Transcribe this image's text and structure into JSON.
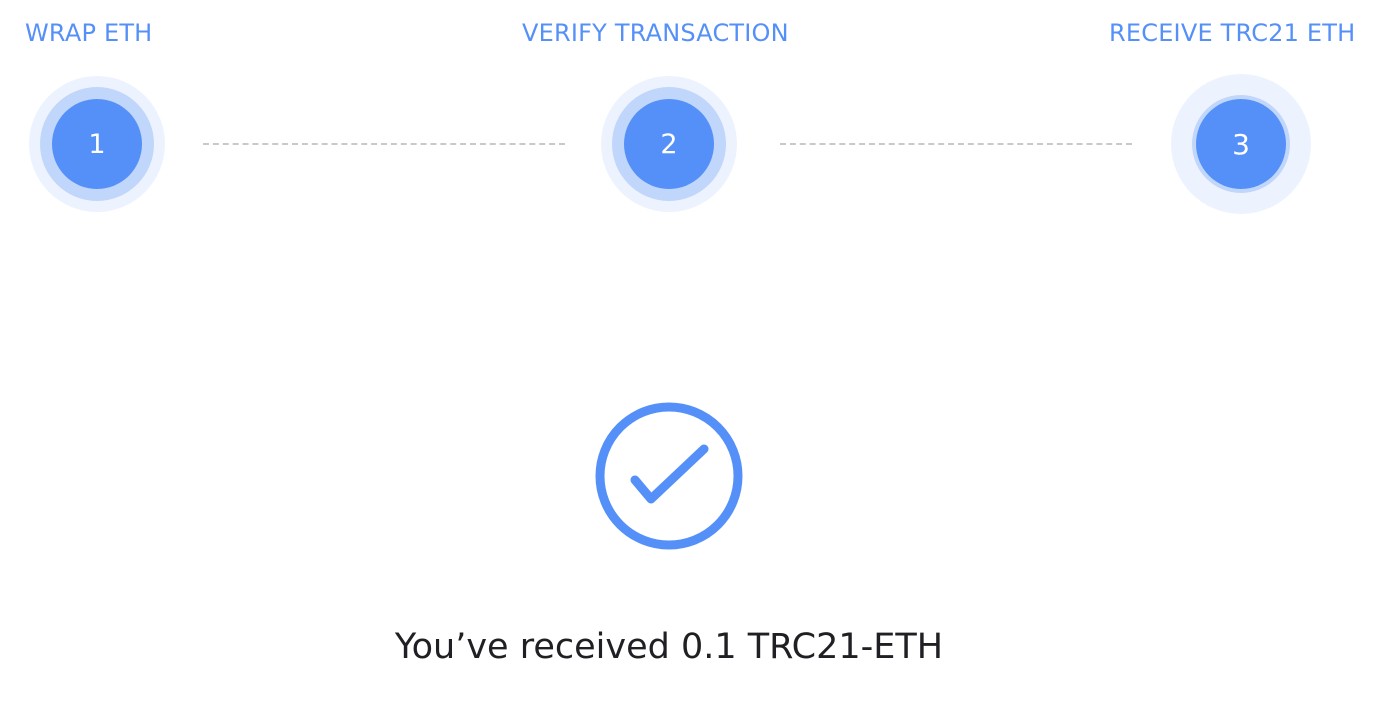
{
  "colors": {
    "accent": "#5590f8",
    "ring_mid": "#c1d6fb",
    "ring_outer": "#edf3fe",
    "connector": "#c9c9cc",
    "text_dark": "#1f1f24"
  },
  "steps": [
    {
      "label": "WRAP ETH",
      "number": "1"
    },
    {
      "label": "VERIFY TRANSACTION",
      "number": "2"
    },
    {
      "label": "RECEIVE TRC21 ETH",
      "number": "3"
    }
  ],
  "success": {
    "icon": "check-circle-icon",
    "message": "You’ve received 0.1 TRC21-ETH"
  }
}
